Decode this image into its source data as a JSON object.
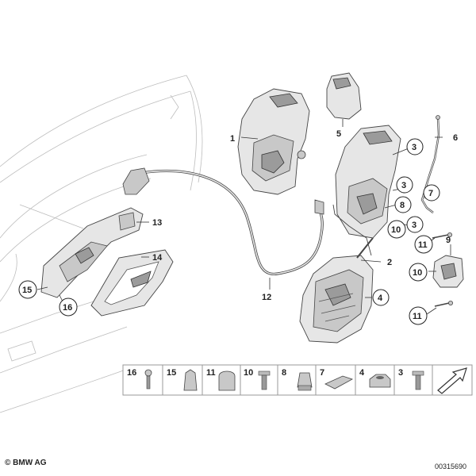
{
  "labels": {
    "p1": "1",
    "p2": "2",
    "p3a": "3",
    "p3b": "3",
    "p3c": "3",
    "p4": "4",
    "p5": "5",
    "p6": "6",
    "p7": "7",
    "p8": "8",
    "p9": "9",
    "p10a": "10",
    "p10b": "10",
    "p11a": "11",
    "p11b": "11",
    "p12": "12",
    "p13": "13",
    "p14": "14",
    "p15": "15",
    "p16": "16"
  },
  "legend": [
    {
      "num": "16",
      "icon": "screw-icon"
    },
    {
      "num": "15",
      "icon": "clip-icon"
    },
    {
      "num": "11",
      "icon": "cap-icon"
    },
    {
      "num": "10",
      "icon": "bolt-icon"
    },
    {
      "num": "8",
      "icon": "rivet-icon"
    },
    {
      "num": "7",
      "icon": "pad-icon"
    },
    {
      "num": "4",
      "icon": "nut-icon"
    },
    {
      "num": "3",
      "icon": "torx-screw-icon"
    }
  ],
  "copyright": "© BMW AG",
  "docnum": "00315690"
}
